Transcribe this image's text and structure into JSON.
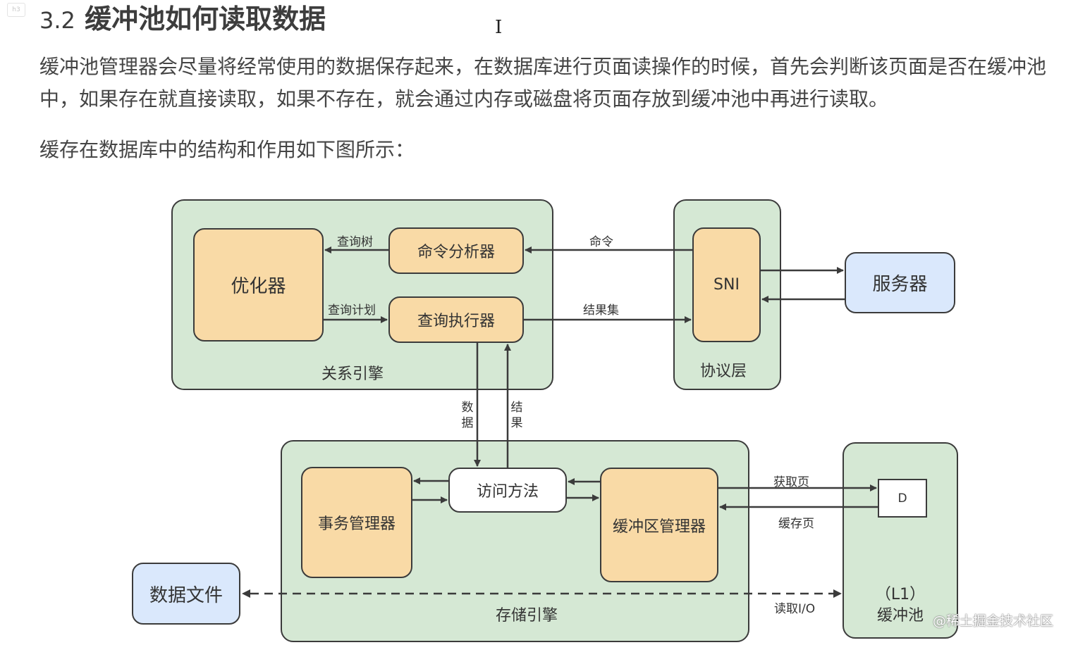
{
  "header": {
    "badge": "h3",
    "section_number": "3.2",
    "title": "缓冲池如何读取数据"
  },
  "paragraphs": {
    "p1": "缓冲池管理器会尽量将经常使用的数据保存起来，在数据库进行页面读操作的时候，首先会判断该页面是否在缓冲池中，如果存在就直接读取，如果不存在，就会通过内存或磁盘将页面存放到缓冲池中再进行读取。",
    "p2": "缓存在数据库中的结构和作用如下图所示："
  },
  "diagram": {
    "containers": {
      "relational_engine": "关系引擎",
      "protocol_layer": "协议层",
      "storage_engine": "存储引擎",
      "buffer_pool_line1": "（L1）",
      "buffer_pool_line2": "缓冲池"
    },
    "nodes": {
      "optimizer": "优化器",
      "command_parser": "命令分析器",
      "query_executor": "查询执行器",
      "sni": "SNI",
      "server": "服务器",
      "transaction_manager": "事务管理器",
      "access_method": "访问方法",
      "buffer_manager": "缓冲区管理器",
      "data_file": "数据文件",
      "page_d": "D"
    },
    "edge_labels": {
      "query_tree": "查询树",
      "query_plan": "查询计划",
      "command": "命令",
      "result_set": "结果集",
      "data_1": "数",
      "data_2": "据",
      "result_1": "结",
      "result_2": "果",
      "get_page": "获取页",
      "cache_page": "缓存页",
      "read_io": "读取I/O"
    }
  },
  "watermark": "@稀土掘金技术社区",
  "colors": {
    "container_green": "#d5e8d4",
    "node_orange": "#f9daa6",
    "node_blue": "#dae8fc",
    "stroke": "#3b3b3b"
  }
}
